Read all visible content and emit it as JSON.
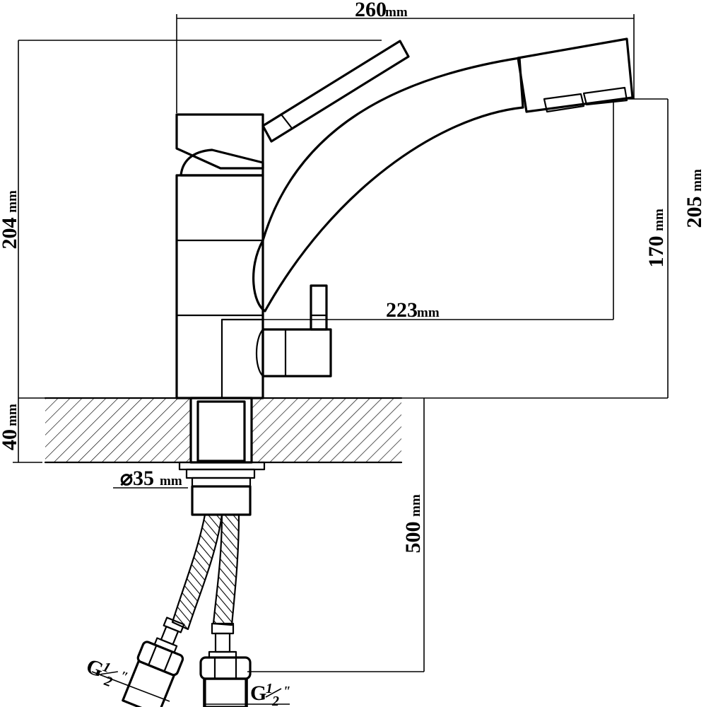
{
  "dimensions": {
    "width_total": "260",
    "height_left": "204",
    "height_right": "205",
    "spout_height": "170",
    "spout_reach": "223",
    "deck_thickness": "40",
    "hole_diameter": "⌀35",
    "hose_length": "500",
    "unit": "mm"
  },
  "connections": {
    "thread_letter": "G",
    "thread_num": "1",
    "thread_den": "2",
    "thread_mark": "\""
  }
}
